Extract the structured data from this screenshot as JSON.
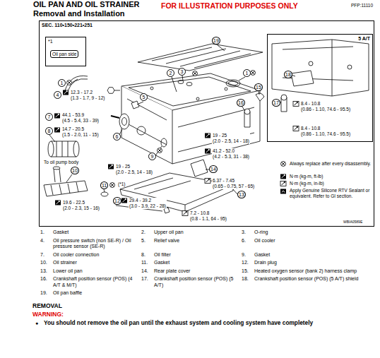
{
  "diagram": {
    "title": "OIL PAN AND OIL STRAINER",
    "nodes": [
      {
        "text": [
          "SEC. 110•150•221•251"
        ]
      },
      {
        "text": [
          "*1",
          "Oil pan side"
        ],
        "in": 0
      },
      {
        "text": [
          "5 A/T"
        ],
        "in": 0
      }
    ],
    "labels": [
      "Removal and Installation",
      "FOR ILLUSTRATION PURPOSES ONLY",
      "PFP:11110",
      "19",
      "2",
      "3",
      "1",
      "4",
      "12.3 - 17.2 (1.3 - 1.7, 9 - 12)",
      "5",
      "7",
      "44.1 - 53.9 (4.5 - 5.4, 33 - 39)",
      "8",
      "14.7 - 20.5 (1.5 - 2.0, 11 - 15)",
      "9",
      "To oil pump body",
      "10",
      "19 - 25 (2.0 - 2.5, 14 - 18)",
      "11",
      "(*1)",
      "19.6 - 22.5 (2.0 - 2.3, 15 - 16)",
      "12",
      "29.4 - 39.2 (3.0 - 3.9, 22 - 28)",
      "7.2 - 10.8 (0.8 - 1.1, 64 - 95)",
      "13",
      "6.37 - 7.45 (0.65 - 0.75, 57 - 65)",
      "14",
      "41.2 - 52.0 (4.2 - 5.3, 31 - 38)",
      "19 - 25 (2.0 - 2.5, 14 - 18)",
      "1",
      "15",
      "16",
      "17",
      "18",
      "8.4 - 10.8 (0.86 - 1.10, 74.6 - 95.5)",
      "8.4 - 10.8 (0.86 - 1.10, 74.6 - 95.5)",
      "6",
      "WBIA0589E",
      "1.",
      "Gasket",
      "2.",
      "Upper oil pan",
      "3.",
      "O-ring",
      "4.",
      "Oil pressure switch (non SE-R) / Oil pressure sensor (SE-R)",
      "5.",
      "Relief valve",
      "6.",
      "Oil cooler",
      "7.",
      "Oil cooler connection",
      "8.",
      "Oil filter",
      "9.",
      "Gasket",
      "10.",
      "Oil strainer",
      "11.",
      "Gasket",
      "12.",
      "Drain plug",
      "13.",
      "Lower oil pan",
      "14.",
      "Rear plate cover",
      "15.",
      "Heated oxygen sensor (bank 2) harness clamp",
      "16.",
      "Crankshaft position sensor (POS) (4 A/T & M/T)",
      "17.",
      "Crankshaft position sensor (POS) (5 A/T)",
      "18.",
      "Crankshaft position sensor (POS) (5 A/T) shield",
      "19.",
      "Oil pan baffle",
      "REMOVAL",
      "WARNING:",
      "●",
      "You should not remove the oil pan until the exhaust system and cooling system have completely"
    ],
    "legend": [
      {
        "text": "Always replace after every disassembly."
      },
      {
        "text": "N·m (kg-m, ft-lb)"
      },
      {
        "text": "N·m (kg-m, in-lb)"
      },
      {
        "text": "Apply Genuine Silicone RTV Sealant or equivalent. Refer to GI section."
      }
    ]
  }
}
